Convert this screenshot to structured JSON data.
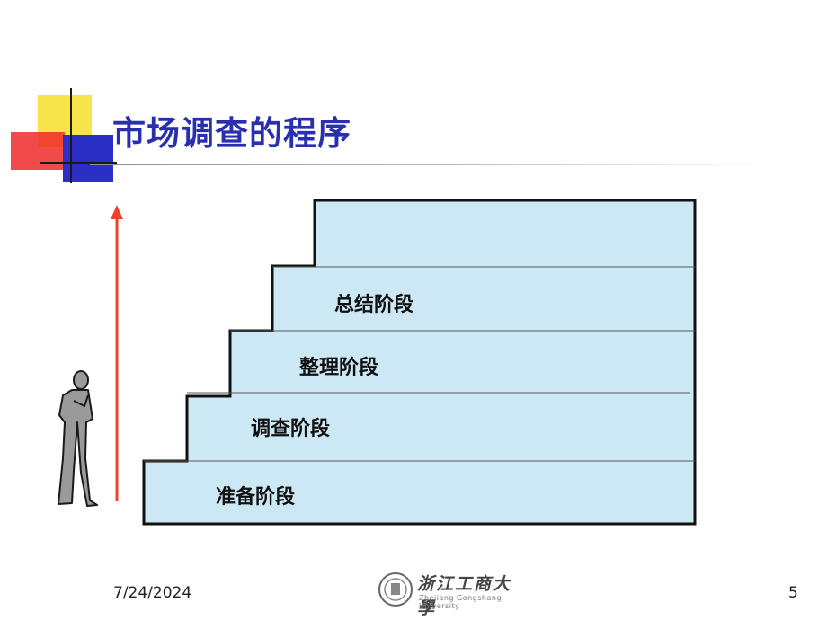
{
  "slide": {
    "title": "市场调查的程序",
    "accent_color": "#2a2fb0"
  },
  "staircase": {
    "fill_color": "#cde8f5",
    "stages": [
      {
        "label": "准备阶段"
      },
      {
        "label": "调查阶段"
      },
      {
        "label": "整理阶段"
      },
      {
        "label": "总结阶段"
      }
    ]
  },
  "arrow": {
    "color": "#e8452c"
  },
  "figure": {
    "icon": "thinking-person-icon"
  },
  "footer": {
    "date": "7/24/2024",
    "page_number": "5",
    "logo_name": "浙江工商大學",
    "logo_subtitle": "Zhejiang Gongshang University",
    "logo_icon": "university-seal-icon"
  }
}
